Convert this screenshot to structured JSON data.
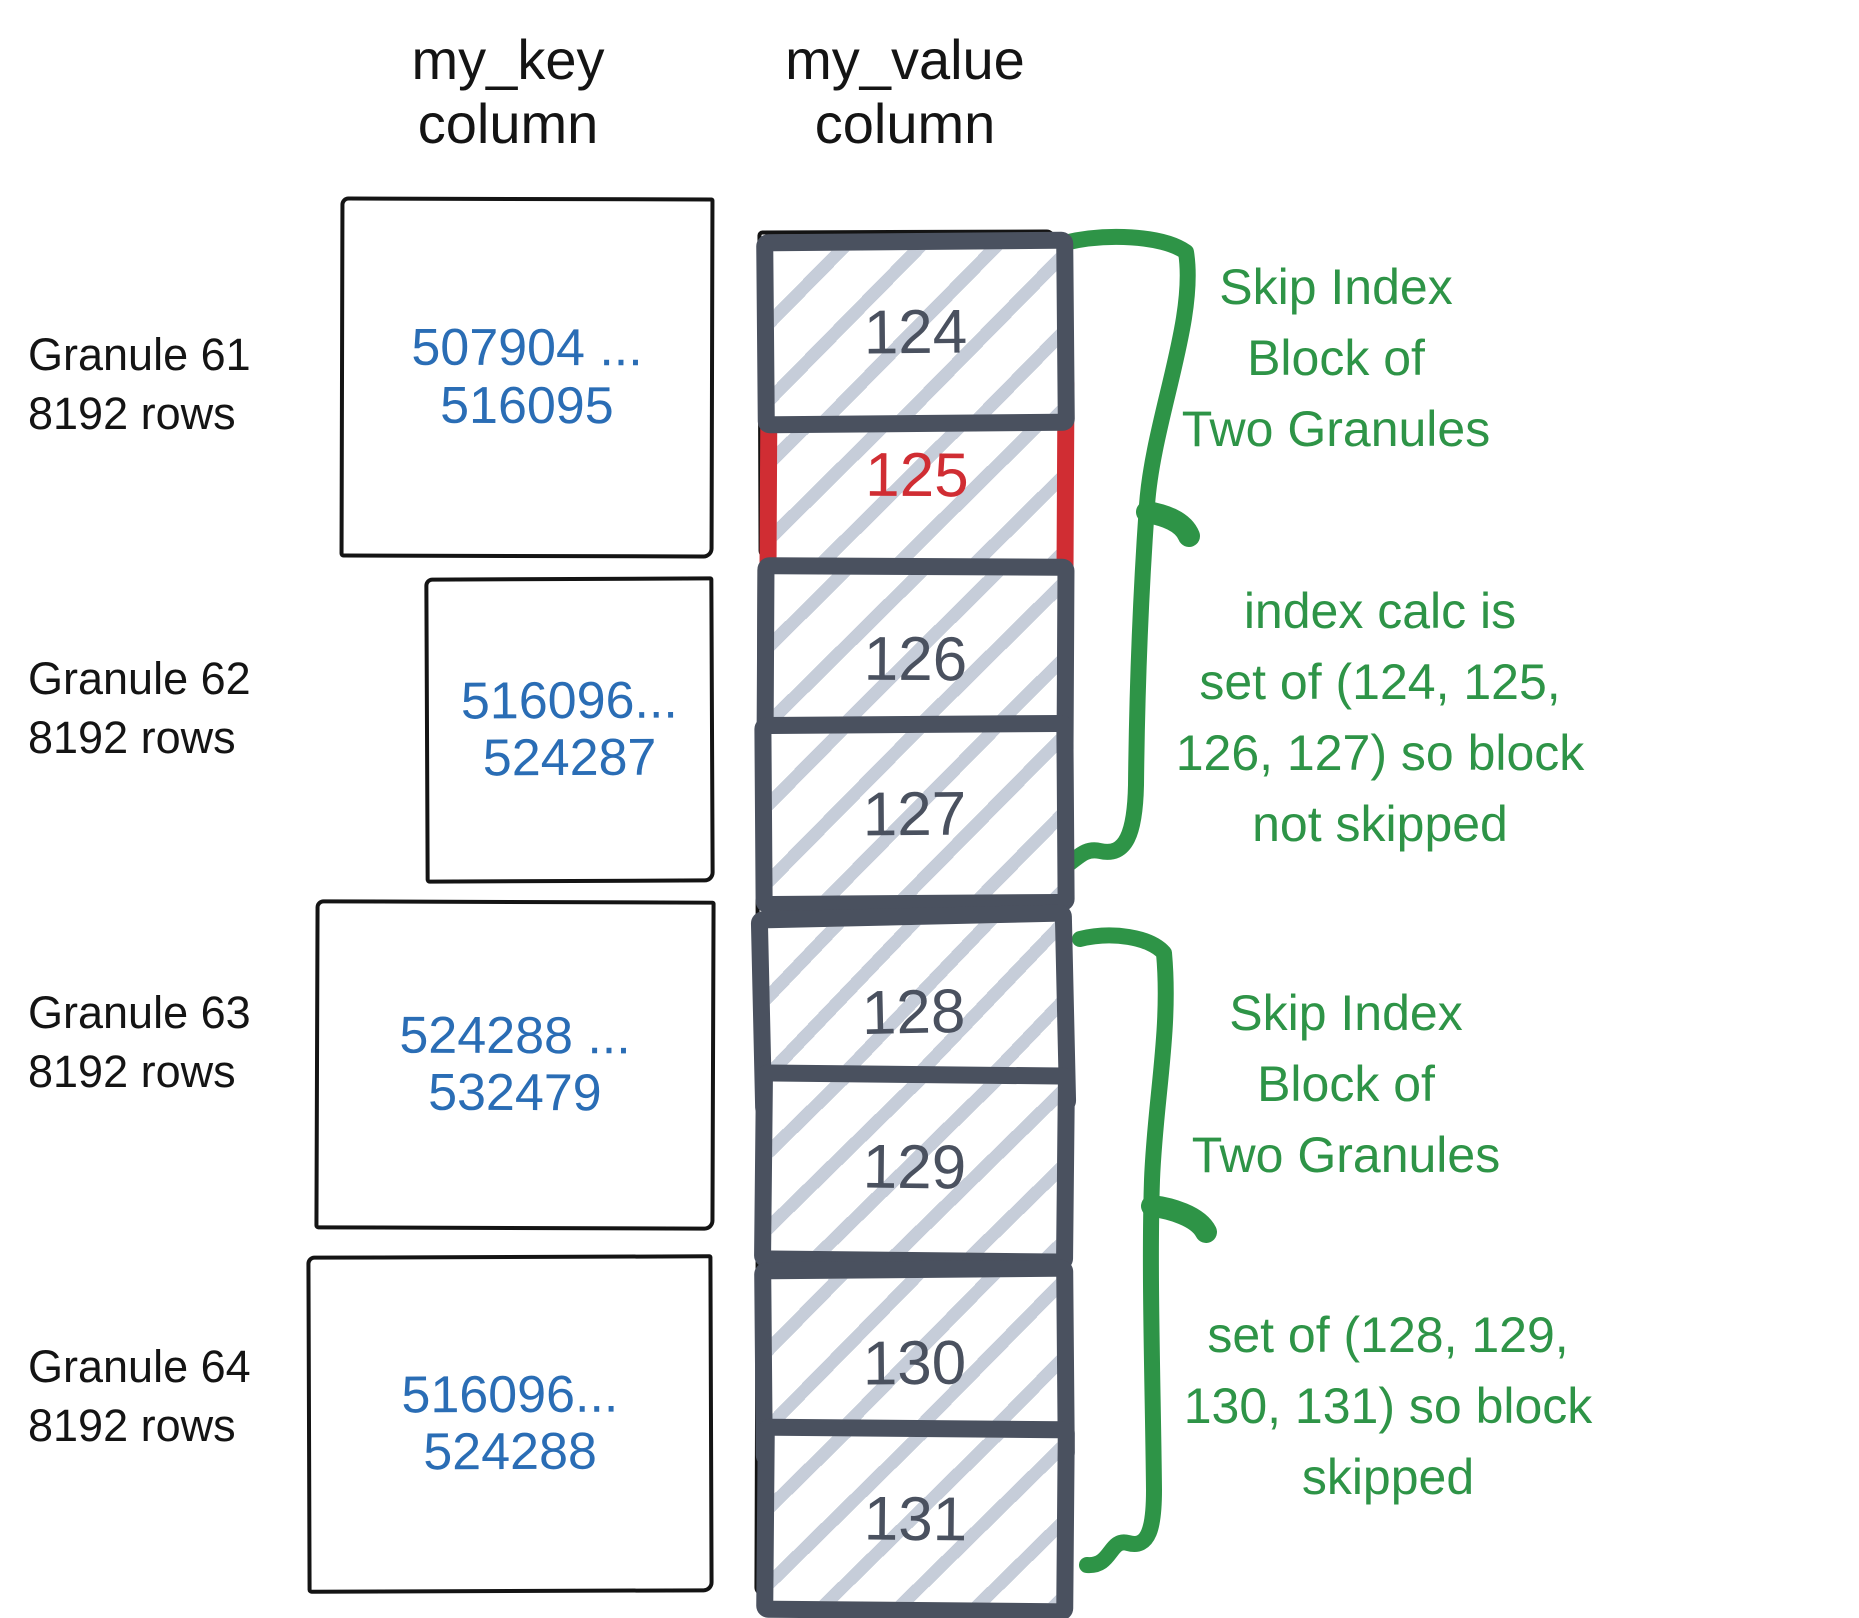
{
  "columns": {
    "key_header": "my_key\ncolumn",
    "value_header": "my_value\ncolumn"
  },
  "granules": [
    {
      "label": "Granule 61\n8192 rows",
      "key_range": "507904 ...\n516095",
      "blocks": [
        {
          "value": "124",
          "highlight": false
        },
        {
          "value": "125",
          "highlight": true
        }
      ]
    },
    {
      "label": "Granule 62\n8192 rows",
      "key_range": "516096...\n524287",
      "blocks": [
        {
          "value": "126",
          "highlight": false
        },
        {
          "value": "127",
          "highlight": false
        }
      ]
    },
    {
      "label": "Granule 63\n8192 rows",
      "key_range": "524288 ...\n532479",
      "blocks": [
        {
          "value": "128",
          "highlight": false
        },
        {
          "value": "129",
          "highlight": false
        }
      ]
    },
    {
      "label": "Granule 64\n8192 rows",
      "key_range": "516096...\n524288",
      "blocks": [
        {
          "value": "130",
          "highlight": false
        },
        {
          "value": "131",
          "highlight": false
        }
      ]
    }
  ],
  "annotations": [
    {
      "text": "Skip Index\nBlock of\nTwo Granules"
    },
    {
      "text": "index calc is\nset of (124, 125,\n126, 127) so block\nnot skipped"
    },
    {
      "text": "Skip Index\nBlock of\nTwo Granules"
    },
    {
      "text": "set of (128, 129,\n130, 131) so block\nskipped"
    }
  ],
  "colors": {
    "green": "#2e9447",
    "blue": "#2a6db5",
    "slate": "#4a515f",
    "red": "#d02d33",
    "hatch": "#c6cdd9",
    "ink": "#141414"
  }
}
